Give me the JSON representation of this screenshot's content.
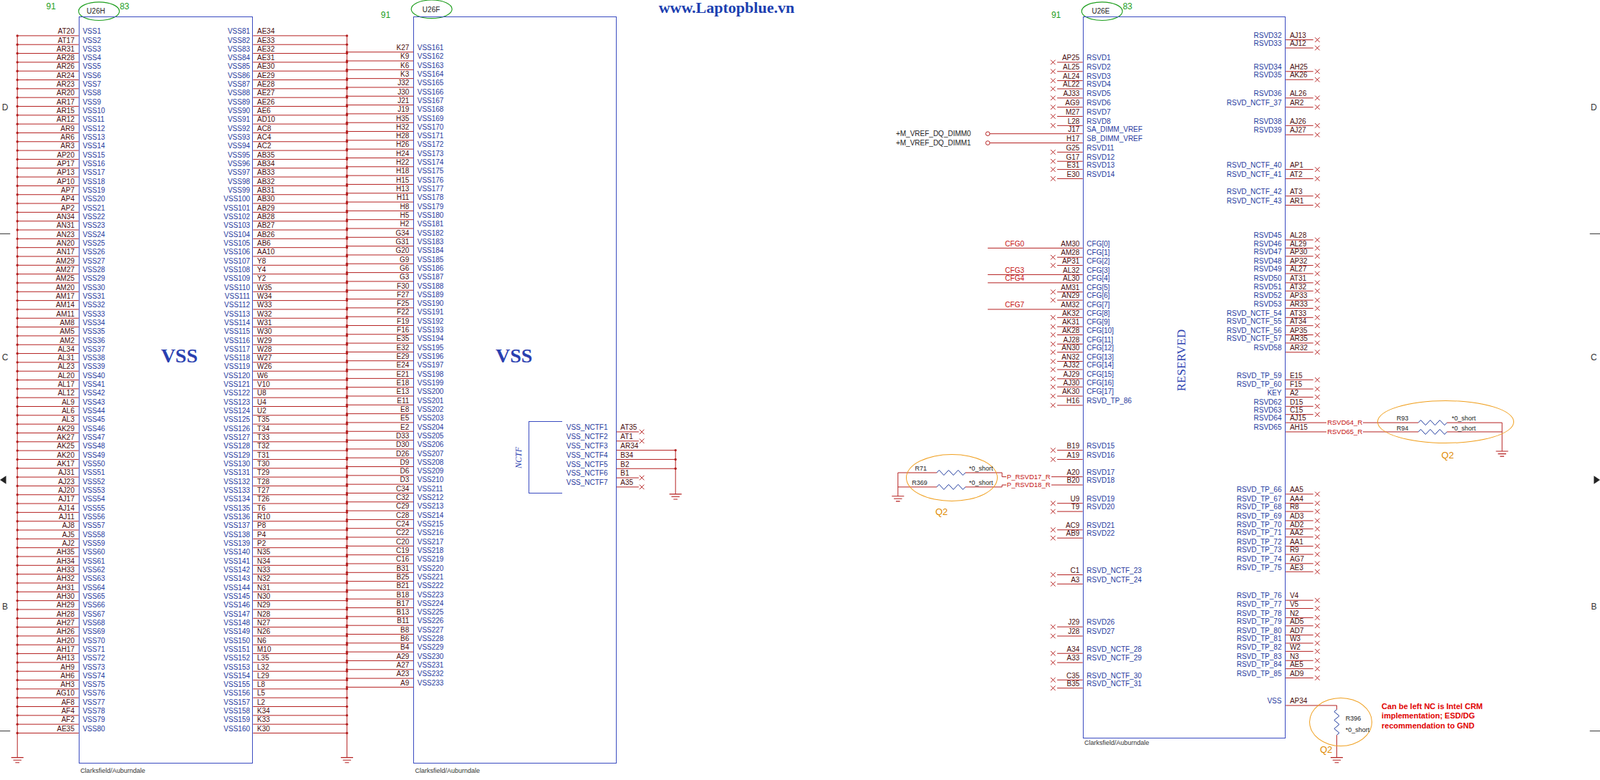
{
  "diagram": {
    "nodes": [
      {
        "text": [
          "VSS",
          "Clarksfield/Auburndale"
        ]
      },
      {
        "text": [
          "VSS",
          "Clarksfield/Auburndale"
        ]
      },
      {
        "text": [
          "NCTF"
        ],
        "in": 1
      },
      {
        "text": [
          "RESERVED",
          "Clarksfield/Auburndale"
        ]
      },
      {
        "text": [
          "R71",
          "*0_short",
          "R369",
          "*0_short",
          "Q2"
        ]
      },
      {
        "text": [
          "R93",
          "*0_short",
          "R94",
          "*0_short",
          "Q2"
        ]
      },
      {
        "text": [
          "R396",
          "*0_short",
          "Q2"
        ]
      }
    ],
    "labels": [
      "91",
      "U26H",
      "83",
      "www.Laptopblue.vn",
      "91",
      "U26F",
      "91",
      "U26E",
      "83",
      "AT20",
      "AT17",
      "AR31",
      "AR28",
      "AR26",
      "AR24",
      "AR23",
      "AR20",
      "AR17",
      "AR15",
      "AR12",
      "AR9",
      "AR6",
      "AR3",
      "AP20",
      "AP17",
      "AP13",
      "AP10",
      "AP7",
      "AP4",
      "AP2",
      "AN34",
      "AN31",
      "AN23",
      "AN20",
      "AN17",
      "AM29",
      "AM27",
      "AM25",
      "AM20",
      "AM17",
      "AM14",
      "AM11",
      "AM8",
      "AM5",
      "AM2",
      "AL34",
      "AL31",
      "AL23",
      "AL20",
      "AL17",
      "AL12",
      "AL9",
      "AL6",
      "AL3",
      "AK29",
      "AK27",
      "AK25",
      "AK20",
      "AK17",
      "AJ31",
      "AJ23",
      "AJ20",
      "AJ17",
      "AJ14",
      "AJ11",
      "AJ8",
      "AJ5",
      "AJ2",
      "AH35",
      "AH34",
      "AH33",
      "AH32",
      "AH31",
      "AH30",
      "AH29",
      "AH28",
      "AH27",
      "AH26",
      "AH20",
      "AH17",
      "AH13",
      "AH9",
      "AH6",
      "AH3",
      "AG10",
      "AF8",
      "AF4",
      "AF2",
      "AE35",
      "VSS1",
      "VSS2",
      "VSS3",
      "VSS4",
      "VSS5",
      "VSS6",
      "VSS7",
      "VSS8",
      "VSS9",
      "VSS10",
      "VSS11",
      "VSS12",
      "VSS13",
      "VSS14",
      "VSS15",
      "VSS16",
      "VSS17",
      "VSS18",
      "VSS19",
      "VSS20",
      "VSS21",
      "VSS22",
      "VSS23",
      "VSS24",
      "VSS25",
      "VSS26",
      "VSS27",
      "VSS28",
      "VSS29",
      "VSS30",
      "VSS31",
      "VSS32",
      "VSS33",
      "VSS34",
      "VSS35",
      "VSS36",
      "VSS37",
      "VSS38",
      "VSS39",
      "VSS40",
      "VSS41",
      "VSS42",
      "VSS43",
      "VSS44",
      "VSS45",
      "VSS46",
      "VSS47",
      "VSS48",
      "VSS49",
      "VSS50",
      "VSS51",
      "VSS52",
      "VSS53",
      "VSS54",
      "VSS55",
      "VSS56",
      "VSS57",
      "VSS58",
      "VSS59",
      "VSS60",
      "VSS61",
      "VSS62",
      "VSS63",
      "VSS64",
      "VSS65",
      "VSS66",
      "VSS67",
      "VSS68",
      "VSS69",
      "VSS70",
      "VSS71",
      "VSS72",
      "VSS73",
      "VSS74",
      "VSS75",
      "VSS76",
      "VSS77",
      "VSS78",
      "VSS79",
      "VSS80",
      "VSS81",
      "VSS82",
      "VSS83",
      "VSS84",
      "VSS85",
      "VSS86",
      "VSS87",
      "VSS88",
      "VSS89",
      "VSS90",
      "VSS91",
      "VSS92",
      "VSS93",
      "VSS94",
      "VSS95",
      "VSS96",
      "VSS97",
      "VSS98",
      "VSS99",
      "VSS100",
      "VSS101",
      "VSS102",
      "VSS103",
      "VSS104",
      "VSS105",
      "VSS106",
      "VSS107",
      "VSS108",
      "VSS109",
      "VSS110",
      "VSS111",
      "VSS112",
      "VSS113",
      "VSS114",
      "VSS115",
      "VSS116",
      "VSS117",
      "VSS118",
      "VSS119",
      "VSS120",
      "VSS121",
      "VSS122",
      "VSS123",
      "VSS124",
      "VSS125",
      "VSS126",
      "VSS127",
      "VSS128",
      "VSS129",
      "VSS130",
      "VSS131",
      "VSS132",
      "VSS133",
      "VSS134",
      "VSS135",
      "VSS136",
      "VSS137",
      "VSS138",
      "VSS139",
      "VSS140",
      "VSS141",
      "VSS142",
      "VSS143",
      "VSS144",
      "VSS145",
      "VSS146",
      "VSS147",
      "VSS148",
      "VSS149",
      "VSS150",
      "VSS151",
      "VSS152",
      "VSS153",
      "VSS154",
      "VSS155",
      "VSS156",
      "VSS157",
      "VSS158",
      "VSS159",
      "VSS160",
      "AE34",
      "AE33",
      "AE32",
      "AE31",
      "AE30",
      "AE29",
      "AE28",
      "AE27",
      "AE26",
      "AE6",
      "AD10",
      "AC8",
      "AC4",
      "AC2",
      "AB35",
      "AB34",
      "AB33",
      "AB32",
      "AB31",
      "AB30",
      "AB29",
      "AB28",
      "AB27",
      "AB26",
      "AB6",
      "AA10",
      "Y8",
      "Y4",
      "Y2",
      "W35",
      "W34",
      "W33",
      "W32",
      "W31",
      "W30",
      "W29",
      "W28",
      "W27",
      "W26",
      "W6",
      "V10",
      "U8",
      "U4",
      "U2",
      "T35",
      "T34",
      "T33",
      "T32",
      "T31",
      "T30",
      "T29",
      "T28",
      "T27",
      "T26",
      "T6",
      "R10",
      "P8",
      "P4",
      "P2",
      "N35",
      "N34",
      "N33",
      "N32",
      "N31",
      "N30",
      "N29",
      "N28",
      "N27",
      "N26",
      "N6",
      "M10",
      "L35",
      "L32",
      "L29",
      "L8",
      "L5",
      "L2",
      "K34",
      "K33",
      "K30",
      "K27",
      "K9",
      "K6",
      "K3",
      "J32",
      "J30",
      "J21",
      "J19",
      "H35",
      "H32",
      "H28",
      "H26",
      "H24",
      "H22",
      "H18",
      "H15",
      "H13",
      "H11",
      "H8",
      "H5",
      "H2",
      "G34",
      "G31",
      "G20",
      "G9",
      "G6",
      "G3",
      "F30",
      "F27",
      "F25",
      "F22",
      "F19",
      "F16",
      "E35",
      "E32",
      "E29",
      "E24",
      "E21",
      "E18",
      "E13",
      "E11",
      "E8",
      "E5",
      "E2",
      "D33",
      "D30",
      "D26",
      "D9",
      "D6",
      "D3",
      "C34",
      "C32",
      "C29",
      "C28",
      "C24",
      "C22",
      "C20",
      "C19",
      "C16",
      "B31",
      "B25",
      "B21",
      "B18",
      "B17",
      "B13",
      "B11",
      "B8",
      "B6",
      "B4",
      "A29",
      "A27",
      "A23",
      "A9",
      "VSS161",
      "VSS162",
      "VSS163",
      "VSS164",
      "VSS165",
      "VSS166",
      "VSS167",
      "VSS168",
      "VSS169",
      "VSS170",
      "VSS171",
      "VSS172",
      "VSS173",
      "VSS174",
      "VSS175",
      "VSS176",
      "VSS177",
      "VSS178",
      "VSS179",
      "VSS180",
      "VSS181",
      "VSS182",
      "VSS183",
      "VSS184",
      "VSS185",
      "VSS186",
      "VSS187",
      "VSS188",
      "VSS189",
      "VSS190",
      "VSS191",
      "VSS192",
      "VSS193",
      "VSS194",
      "VSS195",
      "VSS196",
      "VSS197",
      "VSS198",
      "VSS199",
      "VSS200",
      "VSS201",
      "VSS202",
      "VSS203",
      "VSS204",
      "VSS205",
      "VSS206",
      "VSS207",
      "VSS208",
      "VSS209",
      "VSS210",
      "VSS211",
      "VSS212",
      "VSS213",
      "VSS214",
      "VSS215",
      "VSS216",
      "VSS217",
      "VSS218",
      "VSS219",
      "VSS220",
      "VSS221",
      "VSS222",
      "VSS223",
      "VSS224",
      "VSS225",
      "VSS226",
      "VSS227",
      "VSS228",
      "VSS229",
      "VSS230",
      "VSS231",
      "VSS232",
      "VSS233",
      "VSS_NCTF1",
      "VSS_NCTF2",
      "VSS_NCTF3",
      "VSS_NCTF4",
      "VSS_NCTF5",
      "VSS_NCTF6",
      "VSS_NCTF7",
      "AT35",
      "AT1",
      "AR34",
      "B34",
      "B2",
      "B1",
      "A35",
      "AP25",
      "AL25",
      "AL24",
      "AL22",
      "AJ33",
      "AG9",
      "M27",
      "L28",
      "J17",
      "H17",
      "G25",
      "G17",
      "E31",
      "E30",
      "AM30",
      "AM28",
      "AP31",
      "AL32",
      "AL30",
      "AM31",
      "AN29",
      "AM32",
      "AK32",
      "AK31",
      "AK28",
      "AJ28",
      "AN30",
      "AN32",
      "AJ32",
      "AJ29",
      "AJ30",
      "AK30",
      "H16",
      "B19",
      "A19",
      "A20",
      "B20",
      "U9",
      "T9",
      "AC9",
      "AB9",
      "C1",
      "A3",
      "J29",
      "J28",
      "A34",
      "A33",
      "C35",
      "B35",
      "RSVD1",
      "RSVD2",
      "RSVD3",
      "RSVD4",
      "RSVD5",
      "RSVD6",
      "RSVD7",
      "RSVD8",
      "SA_DIMM_VREF",
      "SB_DIMM_VREF",
      "RSVD11",
      "RSVD12",
      "RSVD13",
      "RSVD14",
      "CFG[0]",
      "CFG[1]",
      "CFG[2]",
      "CFG[3]",
      "CFG[4]",
      "CFG[5]",
      "CFG[6]",
      "CFG[7]",
      "CFG[8]",
      "CFG[9]",
      "CFG[10]",
      "CFG[11]",
      "CFG[12]",
      "CFG[13]",
      "CFG[14]",
      "CFG[15]",
      "CFG[16]",
      "CFG[17]",
      "RSVD_TP_86",
      "RSVD15",
      "RSVD16",
      "RSVD17",
      "RSVD18",
      "RSVD19",
      "RSVD20",
      "RSVD21",
      "RSVD22",
      "RSVD_NCTF_23",
      "RSVD_NCTF_24",
      "RSVD26",
      "RSVD27",
      "RSVD_NCTF_28",
      "RSVD_NCTF_29",
      "RSVD_NCTF_30",
      "RSVD_NCTF_31",
      "RSVD32",
      "RSVD33",
      "RSVD34",
      "RSVD35",
      "RSVD36",
      "RSVD_NCTF_37",
      "RSVD38",
      "RSVD39",
      "RSVD_NCTF_40",
      "RSVD_NCTF_41",
      "RSVD_NCTF_42",
      "RSVD_NCTF_43",
      "RSVD45",
      "RSVD46",
      "RSVD47",
      "RSVD48",
      "RSVD49",
      "RSVD50",
      "RSVD51",
      "RSVD52",
      "RSVD53",
      "RSVD_NCTF_54",
      "RSVD_NCTF_55",
      "RSVD_NCTF_56",
      "RSVD_NCTF_57",
      "RSVD58",
      "RSVD_TP_59",
      "RSVD_TP_60",
      "KEY",
      "RSVD62",
      "RSVD63",
      "RSVD64",
      "RSVD65",
      "RSVD_TP_66",
      "RSVD_TP_67",
      "RSVD_TP_68",
      "RSVD_TP_69",
      "RSVD_TP_70",
      "RSVD_TP_71",
      "RSVD_TP_72",
      "RSVD_TP_73",
      "RSVD_TP_74",
      "RSVD_TP_75",
      "RSVD_TP_76",
      "RSVD_TP_77",
      "RSVD_TP_78",
      "RSVD_TP_79",
      "RSVD_TP_80",
      "RSVD_TP_81",
      "RSVD_TP_82",
      "RSVD_TP_83",
      "RSVD_TP_84",
      "RSVD_TP_85",
      "VSS",
      "AJ13",
      "AJ12",
      "AH25",
      "AK26",
      "AL26",
      "AR2",
      "AJ26",
      "AJ27",
      "AP1",
      "AT2",
      "AT3",
      "AR1",
      "AL28",
      "AL29",
      "AP30",
      "AP32",
      "AL27",
      "AT31",
      "AT32",
      "AP33",
      "AR33",
      "AT33",
      "AT34",
      "AP35",
      "AR35",
      "AR32",
      "E15",
      "F15",
      "A2",
      "D15",
      "C15",
      "AJ15",
      "AH15",
      "AA5",
      "AA4",
      "R8",
      "AD3",
      "AD2",
      "AA2",
      "AA1",
      "R9",
      "AG7",
      "AE3",
      "V4",
      "V5",
      "N2",
      "AD5",
      "AD7",
      "W3",
      "W2",
      "N3",
      "AE5",
      "AD9",
      "AP34",
      "+M_VREF_DQ_DIMM0",
      "+M_VREF_DQ_DIMM1",
      "CFG0",
      "CFG3",
      "CFG4",
      "CFG7",
      "P_RSVD17_R",
      "P_RSVD18_R",
      "RSVD64_R",
      "RSVD65_R",
      "Can be left NC is Intel CRM implementation; ESD/DG recommendation to GND",
      "D",
      "C",
      "B",
      "D",
      "C",
      "B"
    ]
  }
}
